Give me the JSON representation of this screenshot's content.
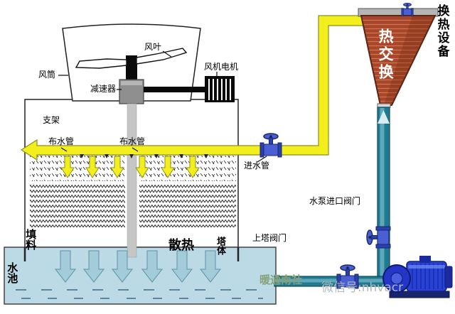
{
  "tower": {
    "fan_blade_label": "风叶",
    "fan_duct_label": "风筒",
    "fan_motor_label": "风机电机",
    "reducer_label": "减速器",
    "support_label": "支架",
    "distributor_left_label": "布水管",
    "distributor_right_label": "布水管",
    "fill_label": "填料",
    "heat_dissipation_label": "散热",
    "tower_body_label": "塔体",
    "pool_label": "水池"
  },
  "piping": {
    "inlet_pipe_label": "进水管",
    "up_tower_valve_label": "上塔阀门",
    "pump_inlet_valve_label": "水泵进口阀门"
  },
  "exchanger": {
    "heat_exchange_label": "热交换",
    "equipment_label": "换热设备"
  },
  "watermarks": {
    "brand": "暖通南社",
    "wechat": "微信号:nhvacr"
  },
  "colors": {
    "pipe_yellow": "#f3ef1d",
    "pipe_teal": "#1f7a92",
    "exchanger_red": "#a8452a",
    "pool_blue": "#bcd9e6",
    "pump_blue": "#2742d8",
    "valve_blue": "#4a5fd4"
  }
}
